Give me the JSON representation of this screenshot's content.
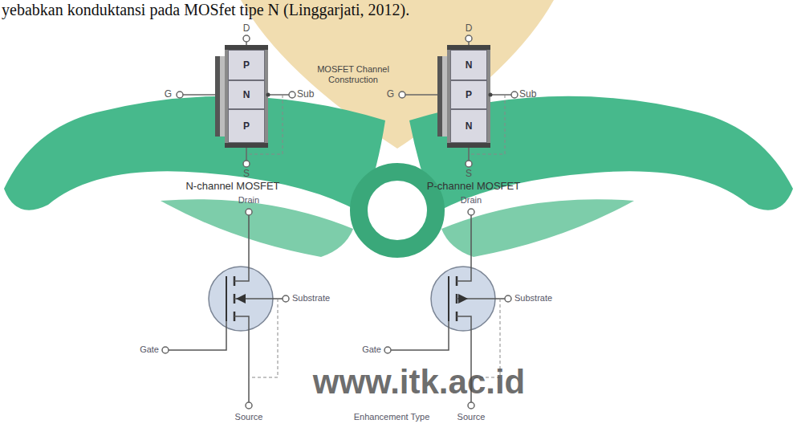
{
  "diagram": {
    "nodes": [
      {
        "text": [
          "P"
        ]
      },
      {
        "text": [
          "N"
        ]
      },
      {
        "text": [
          "P"
        ]
      },
      {
        "text": [
          "N"
        ]
      },
      {
        "text": [
          "P"
        ]
      },
      {
        "text": [
          "N"
        ]
      }
    ],
    "labels": [
      "yebabkan konduktansi pada MOSfet tipe N (Linggarjati, 2012).",
      "D",
      "MOSFET Channel Construction",
      "D",
      "G",
      "Sub",
      "G",
      "Sub",
      "S",
      "S",
      "N-channel MOSFET",
      "P-channel MOSFET",
      "Drain",
      "Drain",
      "Substrate",
      "Substrate",
      "Gate",
      "Gate",
      "Source",
      "Enhancement Type",
      "Source",
      "www.itk.ac.id"
    ]
  }
}
